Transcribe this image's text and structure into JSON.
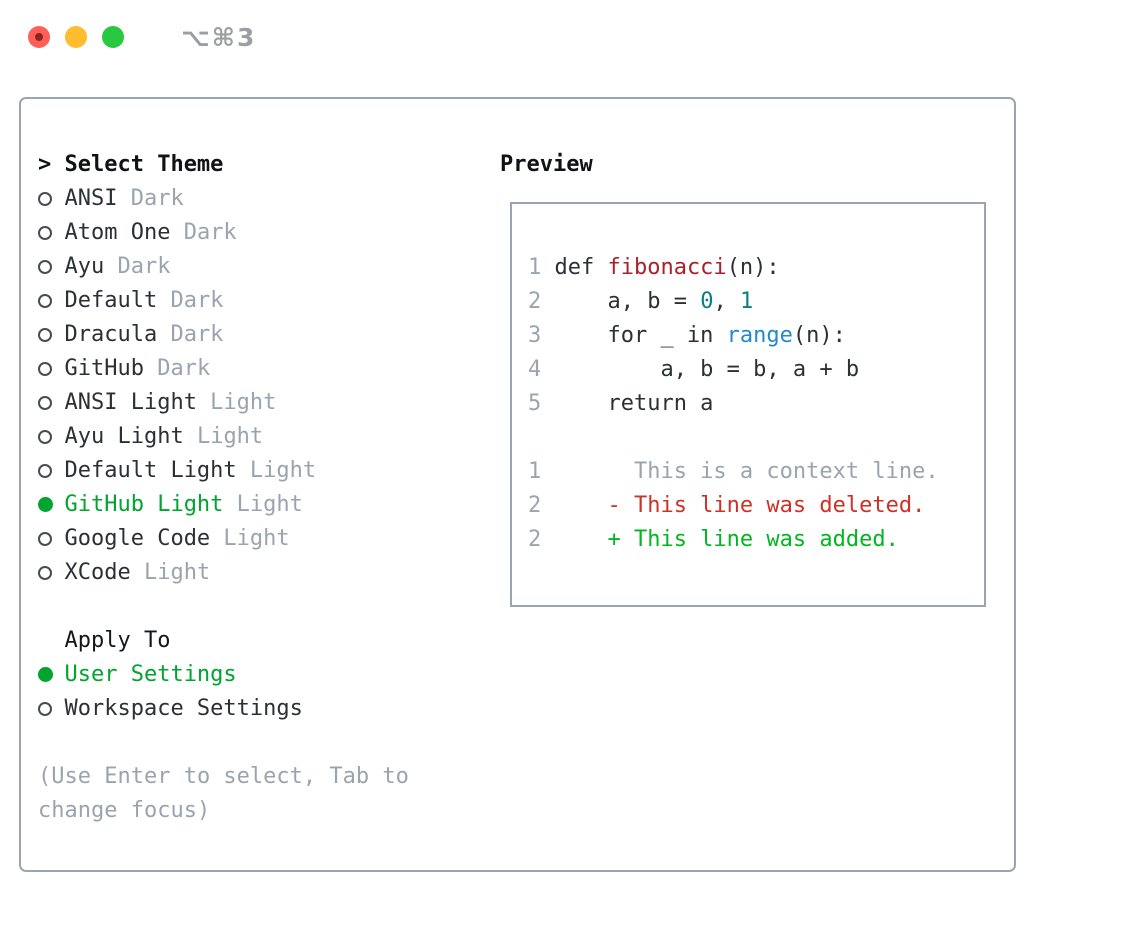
{
  "titlebar": {
    "shortcut_label": "⌥⌘3",
    "buttons": [
      {
        "name": "close"
      },
      {
        "name": "minimize"
      },
      {
        "name": "zoom"
      }
    ]
  },
  "theme_selector": {
    "prompt_marker": ">",
    "title": "Select Theme",
    "themes": [
      {
        "label": "ANSI",
        "variant": "Dark",
        "selected": false
      },
      {
        "label": "Atom One",
        "variant": "Dark",
        "selected": false
      },
      {
        "label": "Ayu",
        "variant": "Dark",
        "selected": false
      },
      {
        "label": "Default",
        "variant": "Dark",
        "selected": false
      },
      {
        "label": "Dracula",
        "variant": "Dark",
        "selected": false
      },
      {
        "label": "GitHub",
        "variant": "Dark",
        "selected": false
      },
      {
        "label": "ANSI Light",
        "variant": "Light",
        "selected": false
      },
      {
        "label": "Ayu Light",
        "variant": "Light",
        "selected": false
      },
      {
        "label": "Default Light",
        "variant": "Light",
        "selected": false
      },
      {
        "label": "GitHub Light",
        "variant": "Light",
        "selected": true
      },
      {
        "label": "Google Code",
        "variant": "Light",
        "selected": false
      },
      {
        "label": "XCode",
        "variant": "Light",
        "selected": false
      }
    ],
    "apply_to": {
      "title": "Apply To",
      "options": [
        {
          "label": "User Settings",
          "selected": true
        },
        {
          "label": "Workspace Settings",
          "selected": false
        }
      ]
    },
    "hint_lines": [
      "(Use Enter to select, Tab to",
      "change focus)"
    ]
  },
  "preview": {
    "title": "Preview",
    "lines": [
      {
        "num": "1",
        "tokens": [
          {
            "text": "def ",
            "color": "fg"
          },
          {
            "text": "fibonacci",
            "color": "function"
          },
          {
            "text": "(n):",
            "color": "fg"
          }
        ]
      },
      {
        "num": "2",
        "tokens": [
          {
            "text": "    a, b = ",
            "color": "fg"
          },
          {
            "text": "0",
            "color": "number"
          },
          {
            "text": ", ",
            "color": "fg"
          },
          {
            "text": "1",
            "color": "number"
          }
        ]
      },
      {
        "num": "3",
        "tokens": [
          {
            "text": "    for _ in ",
            "color": "fg"
          },
          {
            "text": "range",
            "color": "builtin"
          },
          {
            "text": "(n):",
            "color": "fg"
          }
        ]
      },
      {
        "num": "4",
        "tokens": [
          {
            "text": "        a, b = b, a + b",
            "color": "fg"
          }
        ]
      },
      {
        "num": "5",
        "tokens": [
          {
            "text": "    return a",
            "color": "fg"
          }
        ]
      },
      {
        "num": "",
        "tokens": []
      },
      {
        "num": "1",
        "tokens": [
          {
            "text": "      This is a context line.",
            "color": "context"
          }
        ]
      },
      {
        "num": "2",
        "tokens": [
          {
            "text": "    - This line was deleted.",
            "color": "deleted"
          }
        ]
      },
      {
        "num": "2",
        "tokens": [
          {
            "text": "    + This line was added.",
            "color": "added"
          }
        ]
      }
    ]
  },
  "colors": {
    "accent_green": "#00a42e",
    "added_green": "#00b71f",
    "deleted_red": "#cf3127",
    "function_red": "#ab2129",
    "number_teal": "#0c7d80",
    "builtin_blue": "#2289cb",
    "muted_gray": "#9aa4af",
    "border_gray": "#9ba5b1",
    "text_dark": "#2b3036",
    "traffic_red": "#ff5f57",
    "traffic_yellow": "#febc2e",
    "traffic_green": "#28c840"
  }
}
